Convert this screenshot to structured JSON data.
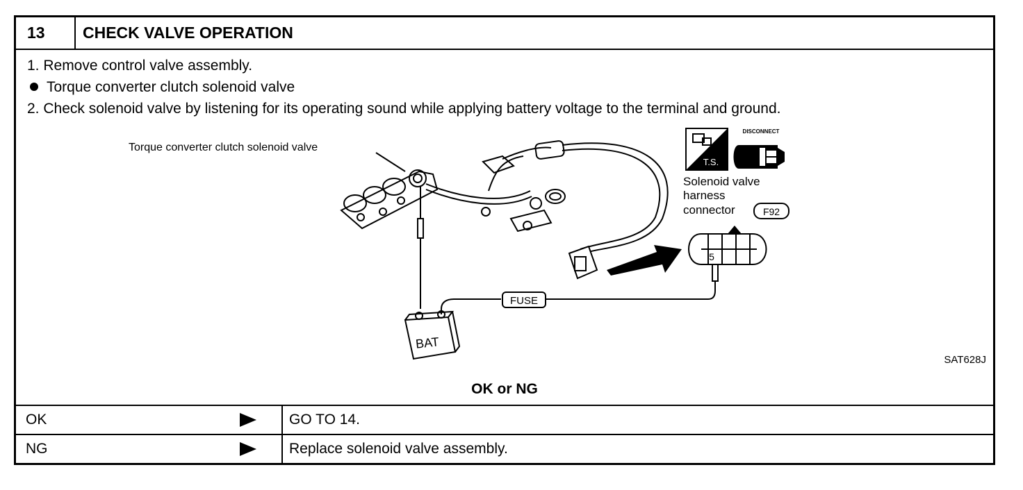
{
  "header": {
    "step_number": "13",
    "title": "CHECK VALVE OPERATION"
  },
  "steps": [
    "1.  Remove control valve assembly.",
    "Torque converter clutch solenoid valve",
    "2.  Check solenoid valve by listening for its operating sound while applying battery voltage to the terminal and ground."
  ],
  "figure": {
    "valve_label": "Torque converter clutch solenoid valve",
    "disconnect_label": "DISCONNECT",
    "ts_label": "T.S.",
    "connector_label_1": "Solenoid valve",
    "connector_label_2": "harness",
    "connector_label_3": "connector",
    "connector_code": "F92",
    "terminal": "5",
    "fuse_label": "FUSE",
    "battery_label": "BAT",
    "figure_code": "SAT628J"
  },
  "question": "OK or NG",
  "results": [
    {
      "key": "OK",
      "result": "GO TO 14."
    },
    {
      "key": "NG",
      "result": "Replace solenoid valve assembly."
    }
  ]
}
